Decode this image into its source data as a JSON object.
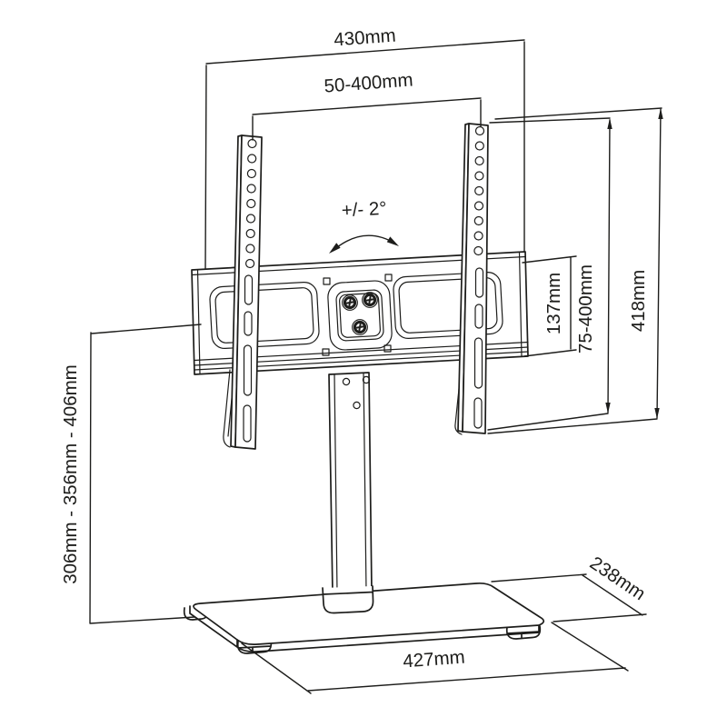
{
  "diagram": {
    "type": "technical-drawing",
    "subject": "Tabletop TV stand with VESA mount bracket",
    "background_color": "#ffffff",
    "line_color": "#1d1d1b",
    "dimensions": {
      "bracket_width": "430mm",
      "vesa_width_range": "50-400mm",
      "tilt_range": "+/- 2°",
      "crossbar_height": "137mm",
      "vesa_height_range": "75-400mm",
      "rail_height": "418mm",
      "height_settings": "306mm - 356mm - 406mm",
      "base_width": "427mm",
      "base_depth": "238mm"
    }
  }
}
